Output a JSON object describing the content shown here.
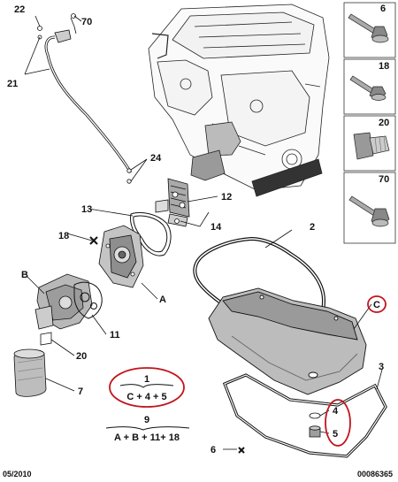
{
  "callouts": {
    "c22": "22",
    "c70": "70",
    "c21": "21",
    "c24": "24",
    "c12": "12",
    "c13": "13",
    "c14": "14",
    "c18": "18",
    "c2": "2",
    "cB": "B",
    "cA": "A",
    "c11": "11",
    "c20": "20",
    "c7": "7",
    "cC": "C",
    "c3": "3",
    "c4": "4",
    "c5": "5",
    "c6": "6"
  },
  "side_parts": [
    "6",
    "18",
    "20",
    "70"
  ],
  "formulas": {
    "f1_num": "1",
    "f1_expr": "C + 4 + 5",
    "f9_num": "9",
    "f9_expr": "A + B + 11+ 18"
  },
  "footer": {
    "date": "05/2010",
    "ref": "00086365"
  },
  "colors": {
    "highlight": "#c0151d",
    "line": "#111111"
  }
}
